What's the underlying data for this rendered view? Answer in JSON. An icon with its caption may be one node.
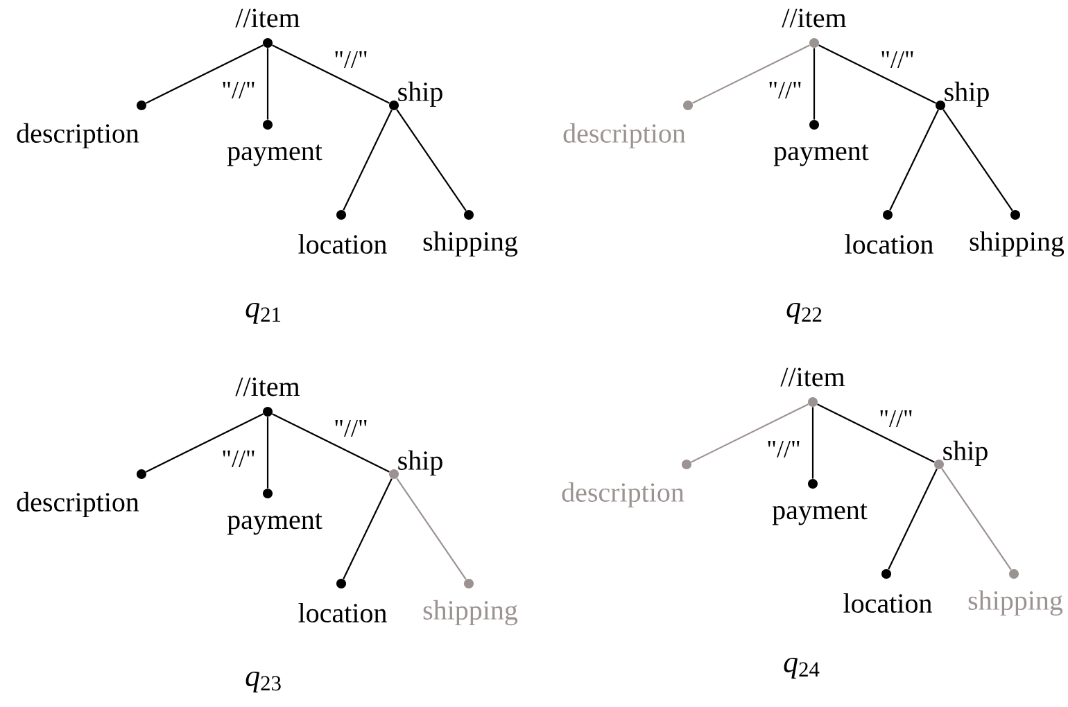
{
  "diagram": {
    "nodes": [
      {
        "text": [
          "//item"
        ]
      },
      {
        "text": [
          "description"
        ]
      },
      {
        "text": [
          "payment"
        ]
      },
      {
        "text": [
          "ship"
        ]
      },
      {
        "text": [
          "location"
        ]
      },
      {
        "text": [
          "shipping"
        ]
      },
      {
        "text": [
          "//item"
        ]
      },
      {
        "text": [
          "description"
        ]
      },
      {
        "text": [
          "payment"
        ]
      },
      {
        "text": [
          "ship"
        ]
      },
      {
        "text": [
          "location"
        ]
      },
      {
        "text": [
          "shipping"
        ]
      },
      {
        "text": [
          "//item"
        ]
      },
      {
        "text": [
          "description"
        ]
      },
      {
        "text": [
          "payment"
        ]
      },
      {
        "text": [
          "ship"
        ]
      },
      {
        "text": [
          "location"
        ]
      },
      {
        "text": [
          "shipping"
        ]
      },
      {
        "text": [
          "//item"
        ]
      },
      {
        "text": [
          "description"
        ]
      },
      {
        "text": [
          "payment"
        ]
      },
      {
        "text": [
          "ship"
        ]
      },
      {
        "text": [
          "location"
        ]
      },
      {
        "text": [
          "shipping"
        ]
      }
    ],
    "edges": [
      {
        "from": 0,
        "to": 1,
        "arrow": "none"
      },
      {
        "from": 0,
        "to": 2,
        "arrow": "none",
        "label": "\"//\""
      },
      {
        "from": 0,
        "to": 3,
        "arrow": "none",
        "label": "\"//\""
      },
      {
        "from": 3,
        "to": 4,
        "arrow": "none"
      },
      {
        "from": 3,
        "to": 5,
        "arrow": "none"
      },
      {
        "from": 6,
        "to": 7,
        "arrow": "none",
        "color": "#9b9391"
      },
      {
        "from": 6,
        "to": 8,
        "arrow": "none",
        "label": "\"//\""
      },
      {
        "from": 6,
        "to": 9,
        "arrow": "none",
        "label": "\"//\""
      },
      {
        "from": 9,
        "to": 10,
        "arrow": "none"
      },
      {
        "from": 9,
        "to": 11,
        "arrow": "none"
      },
      {
        "from": 12,
        "to": 13,
        "arrow": "none"
      },
      {
        "from": 12,
        "to": 14,
        "arrow": "none",
        "label": "\"//\""
      },
      {
        "from": 12,
        "to": 15,
        "arrow": "none",
        "label": "\"//\""
      },
      {
        "from": 15,
        "to": 16,
        "arrow": "none"
      },
      {
        "from": 15,
        "to": 17,
        "arrow": "none",
        "color": "#9b9391"
      },
      {
        "from": 18,
        "to": 19,
        "arrow": "none",
        "color": "#9b9391"
      },
      {
        "from": 18,
        "to": 20,
        "arrow": "none",
        "label": "\"//\""
      },
      {
        "from": 18,
        "to": 21,
        "arrow": "none",
        "label": "\"//\""
      },
      {
        "from": 21,
        "to": 22,
        "arrow": "none"
      },
      {
        "from": 21,
        "to": 23,
        "arrow": "none",
        "color": "#9b9391"
      }
    ],
    "labels": [
      "*q*$_{21}$",
      "*q*$_{22}$",
      "*q*$_{23}$",
      "*q*$_{24}$"
    ]
  }
}
